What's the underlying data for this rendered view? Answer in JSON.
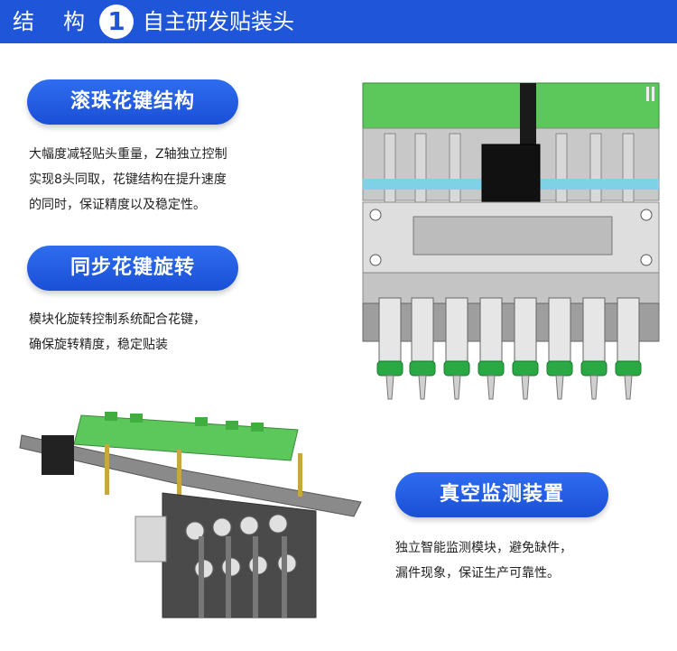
{
  "header": {
    "word1": "结",
    "word2": "构",
    "number": "1",
    "title": "自主研发贴装头"
  },
  "section1": {
    "title": "滚珠花键结构",
    "lines": [
      "大幅度减轻贴头重量，Z轴独立控制",
      "实现8头同取，花键结构在提升速度",
      "的同时，保证精度以及稳定性。"
    ]
  },
  "section2": {
    "title": "同步花键旋转",
    "lines": [
      "模块化旋转控制系统配合花键，",
      "确保旋转精度，稳定贴装"
    ]
  },
  "section3": {
    "title": "真空监测装置",
    "lines": [
      "独立智能监测模块，避免缺件，",
      "漏件现象，保证生产可靠性。"
    ]
  },
  "colors": {
    "brand_blue": "#1f55d8",
    "pcb_green": "#5cc85c",
    "nozzle_green": "#2aa844"
  },
  "icons": [
    "placement-head-front-illustration",
    "placement-head-perspective-illustration"
  ]
}
